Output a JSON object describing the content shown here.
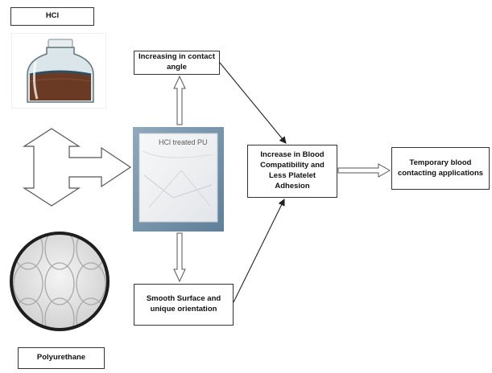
{
  "labels": {
    "hcl": "HCl",
    "polyurethane": "Polyurethane",
    "contact_angle": "Increasing in contact angle",
    "smooth_surface": "Smooth Surface and unique orientation",
    "blood_compat": "Increase in Blood Compatibility and Less Platelet Adhesion",
    "applications": "Temporary blood contacting applications",
    "treated_pu": "HCl treated PU"
  },
  "colors": {
    "liquid": "#6a3a24",
    "bottle_glass": "#dbe6ea",
    "bottle_lid": "#2c5060"
  }
}
